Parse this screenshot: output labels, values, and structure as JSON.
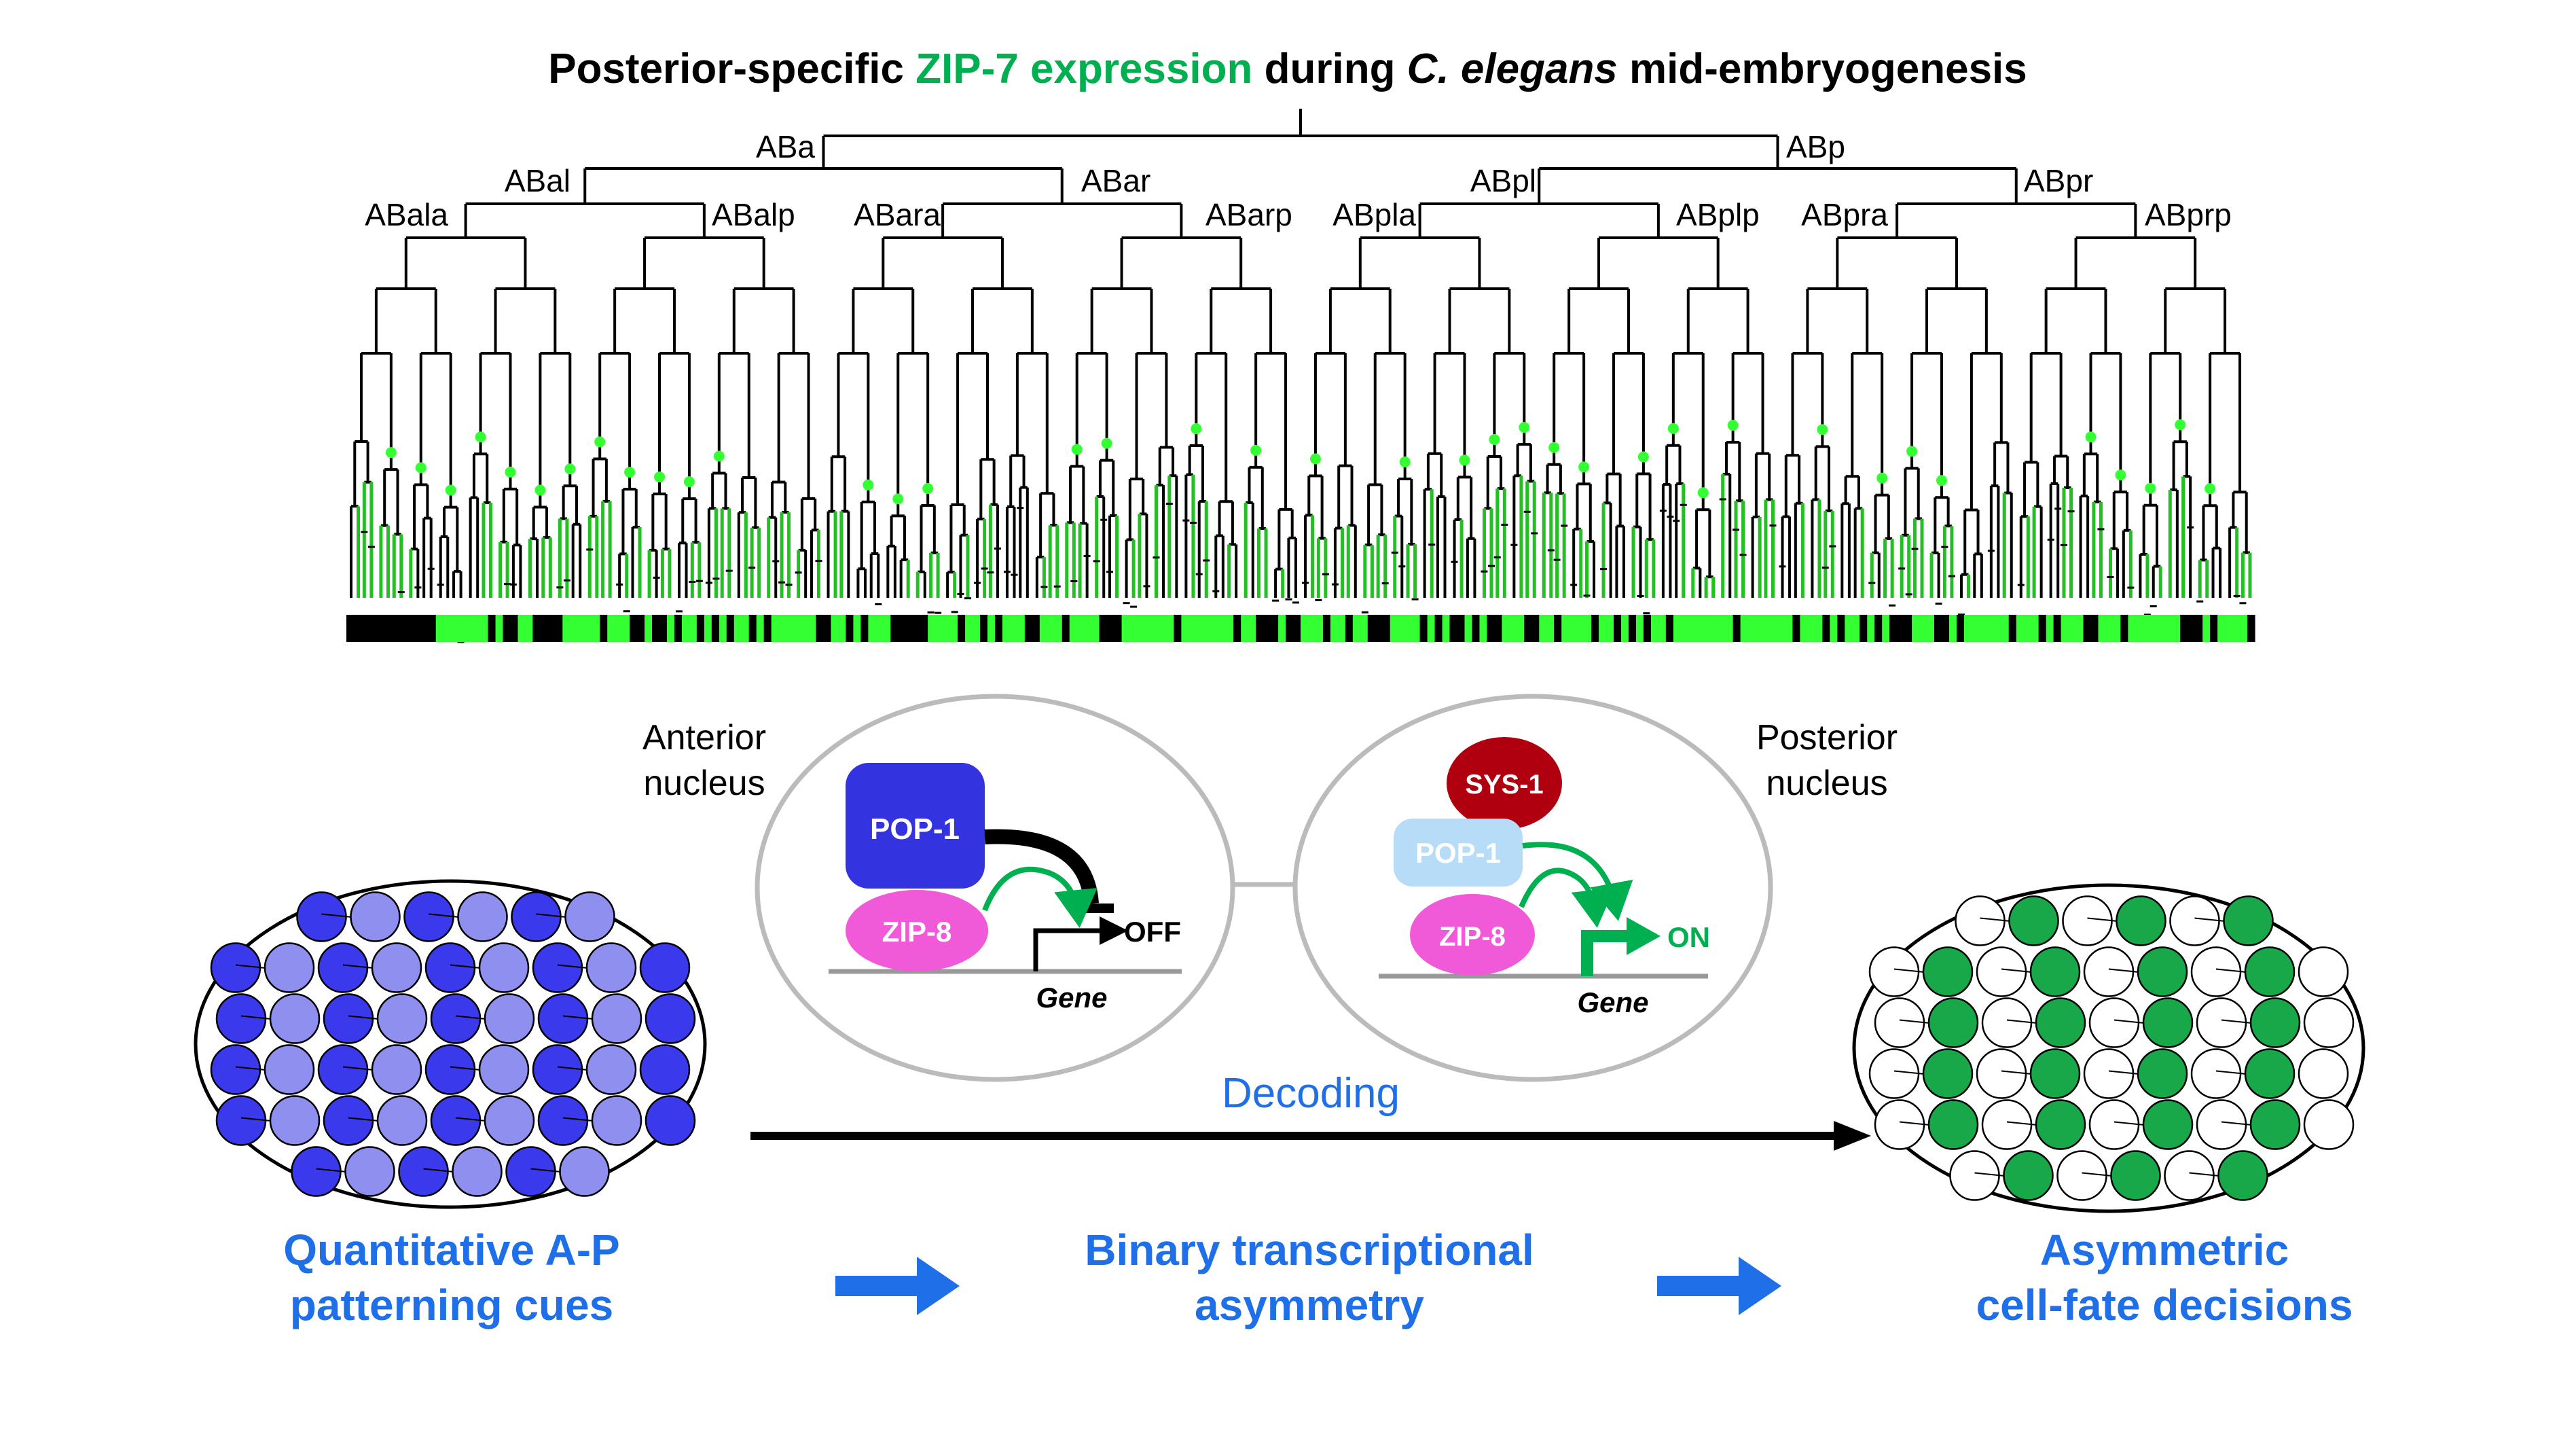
{
  "title": {
    "prefix": "Posterior-specific ",
    "highlight": "ZIP-7 expression",
    "middle": " during ",
    "species": "C. elegans",
    "suffix": " mid-embryogenesis"
  },
  "lineage": {
    "level1": [
      "ABa",
      "ABp"
    ],
    "level2": [
      "ABal",
      "ABar",
      "ABpl",
      "ABpr"
    ],
    "level3": [
      "ABala",
      "ABalp",
      "ABara",
      "ABarp",
      "ABpla",
      "ABplp",
      "ABpra",
      "ABprp"
    ]
  },
  "nuclei": {
    "anterior_label_line1": "Anterior",
    "anterior_label_line2": "nucleus",
    "posterior_label_line1": "Posterior",
    "posterior_label_line2": "nucleus",
    "pop1": "POP-1",
    "zip8": "ZIP-8",
    "sys1": "SYS-1",
    "gene": "Gene",
    "off": "OFF",
    "on": "ON"
  },
  "decoding": "Decoding",
  "steps": {
    "step1_line1": "Quantitative A-P",
    "step1_line2": "patterning cues",
    "step2_line1": "Binary transcriptional",
    "step2_line2": "asymmetry",
    "step3_line1": "Asymmetric",
    "step3_line2": "cell-fate decisions"
  },
  "colors": {
    "green": "#00b050",
    "bright_green": "#33ff33",
    "blue_text": "#1f6fe8",
    "pop1_dark": "#3333e0",
    "pop1_light": "#b7dcf8",
    "zip8": "#f05ad8",
    "sys1": "#b00010",
    "cell_dark": "#3a3aec",
    "cell_light": "#8f8ff0",
    "cell_green": "#18a84a"
  }
}
